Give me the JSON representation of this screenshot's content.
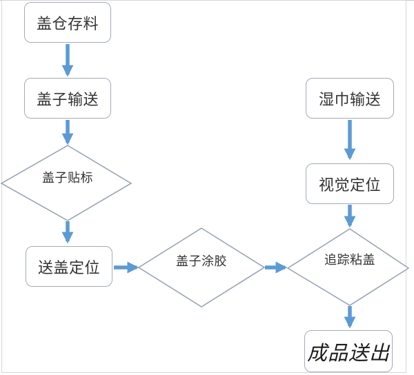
{
  "diagram": {
    "type": "flowchart",
    "nodes": [
      {
        "id": "cap-storage",
        "label": "盖仓存料",
        "shape": "rounded-rect"
      },
      {
        "id": "cap-convey",
        "label": "盖子输送",
        "shape": "rounded-rect"
      },
      {
        "id": "cap-labeling",
        "label": "盖子贴标",
        "shape": "diamond"
      },
      {
        "id": "cap-feed-position",
        "label": "送盖定位",
        "shape": "rounded-rect"
      },
      {
        "id": "cap-gluing",
        "label": "盖子涂胶",
        "shape": "diamond"
      },
      {
        "id": "tracking-stick",
        "label": "追踪粘盖",
        "shape": "diamond"
      },
      {
        "id": "wipes-convey",
        "label": "湿巾输送",
        "shape": "rounded-rect"
      },
      {
        "id": "vision-position",
        "label": "视觉定位",
        "shape": "rounded-rect"
      },
      {
        "id": "product-out",
        "label": "成品送出",
        "shape": "rounded-rect"
      }
    ],
    "edges": [
      {
        "from": "cap-storage",
        "to": "cap-convey"
      },
      {
        "from": "cap-convey",
        "to": "cap-labeling"
      },
      {
        "from": "cap-labeling",
        "to": "cap-feed-position"
      },
      {
        "from": "cap-feed-position",
        "to": "cap-gluing"
      },
      {
        "from": "cap-gluing",
        "to": "tracking-stick"
      },
      {
        "from": "wipes-convey",
        "to": "vision-position"
      },
      {
        "from": "vision-position",
        "to": "tracking-stick"
      },
      {
        "from": "tracking-stick",
        "to": "product-out"
      }
    ],
    "colors": {
      "arrow": "#5b9bd5",
      "shape_border": "#a2abb8",
      "text": "#333333",
      "background": "#ffffff",
      "frame": "#d6d6d6"
    }
  }
}
